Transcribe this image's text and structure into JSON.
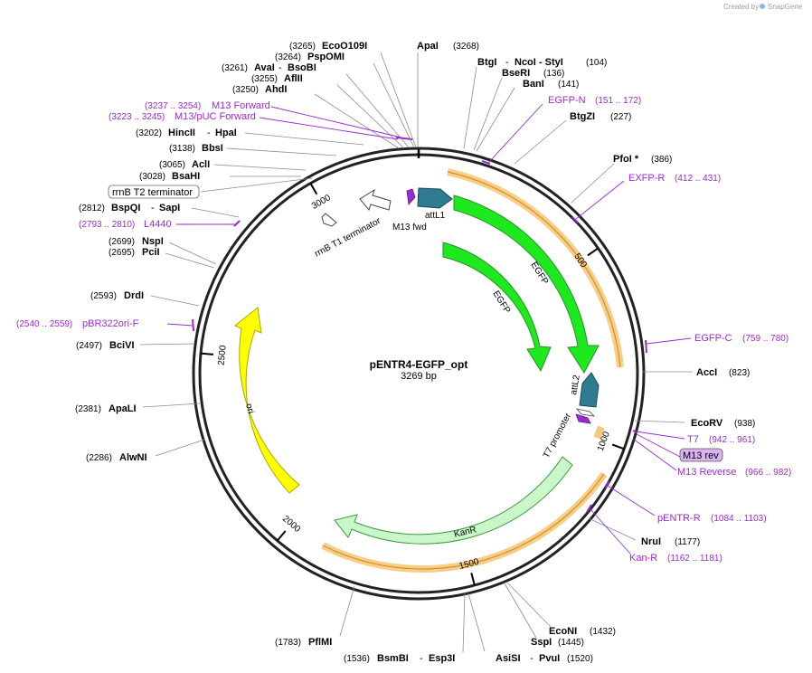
{
  "credit": {
    "prefix": "Created by",
    "brand": "SnapGene"
  },
  "plasmid": {
    "name": "pENTR4-EGFP_opt",
    "length_label": "3269 bp",
    "length": 3269
  },
  "ticks": [
    {
      "label": "500",
      "bp": 500
    },
    {
      "label": "1000",
      "bp": 1000
    },
    {
      "label": "1500",
      "bp": 1500
    },
    {
      "label": "2000",
      "bp": 2000
    },
    {
      "label": "2500",
      "bp": 2500
    },
    {
      "label": "3000",
      "bp": 3000
    }
  ],
  "sites": [
    {
      "label": "EcoO109I",
      "pos": "(3265)",
      "bp": 3265
    },
    {
      "label": "PspOMI",
      "pos": "(3264)",
      "bp": 3264
    },
    {
      "label": "AvaI",
      "extra": "BsoBI",
      "pos": "(3261)",
      "bp": 3261
    },
    {
      "label": "AflII",
      "pos": "(3255)",
      "bp": 3255
    },
    {
      "label": "AhdI",
      "pos": "(3250)",
      "bp": 3250
    },
    {
      "label": "HincII",
      "extra": "HpaI",
      "pos": "(3202)",
      "bp": 3202
    },
    {
      "label": "BbsI",
      "pos": "(3138)",
      "bp": 3138
    },
    {
      "label": "AclI",
      "pos": "(3065)",
      "bp": 3065
    },
    {
      "label": "BsaHI",
      "pos": "(3028)",
      "bp": 3028
    },
    {
      "label": "BspQI",
      "extra": "SapI",
      "pos": "(2812)",
      "bp": 2812
    },
    {
      "label": "NspI",
      "pos": "(2699)",
      "bp": 2699
    },
    {
      "label": "PciI",
      "pos": "(2695)",
      "bp": 2695
    },
    {
      "label": "DrdI",
      "pos": "(2593)",
      "bp": 2593
    },
    {
      "label": "BciVI",
      "pos": "(2497)",
      "bp": 2497
    },
    {
      "label": "ApaLI",
      "pos": "(2381)",
      "bp": 2381
    },
    {
      "label": "AlwNI",
      "pos": "(2286)",
      "bp": 2286
    },
    {
      "label": "PflMI",
      "pos": "(1783)",
      "bp": 1783
    },
    {
      "label": "BsmBI",
      "extra": "Esp3I",
      "pos": "(1536)",
      "bp": 1536
    },
    {
      "label": "AsiSI",
      "extra": "PvuI",
      "pos": "(1520)",
      "bp": 1520
    },
    {
      "label": "SspI",
      "pos": "(1445)",
      "bp": 1445
    },
    {
      "label": "EcoNI",
      "pos": "(1432)",
      "bp": 1432
    },
    {
      "label": "NruI",
      "pos": "(1177)",
      "bp": 1177
    },
    {
      "label": "EcoRV",
      "pos": "(938)",
      "bp": 938
    },
    {
      "label": "AccI",
      "pos": "(823)",
      "bp": 823
    },
    {
      "label": "PfoI *",
      "pos": "(386)",
      "bp": 386
    },
    {
      "label": "BtgZI",
      "pos": "(227)",
      "bp": 227
    },
    {
      "label": "BanI",
      "pos": "(141)",
      "bp": 141
    },
    {
      "label": "BseRI",
      "pos": "(136)",
      "bp": 136
    },
    {
      "label": "BtgI",
      "extra": "NcoI - StyI",
      "pos": "(104)",
      "bp": 104
    },
    {
      "label": "ApaI",
      "pos": "(3268)",
      "bp": 3268
    }
  ],
  "primers": [
    {
      "label": "M13 Forward",
      "pos": "(3237 .. 3254)"
    },
    {
      "label": "M13/pUC Forward",
      "pos": "(3223 .. 3245)"
    },
    {
      "label": "L4440",
      "pos": "(2793 .. 2810)"
    },
    {
      "label": "pBR322ori-F",
      "pos": "(2540 .. 2559)"
    },
    {
      "label": "EGFP-N",
      "pos": "(151 .. 172)"
    },
    {
      "label": "EXFP-R",
      "pos": "(412 .. 431)"
    },
    {
      "label": "EGFP-C",
      "pos": "(759 .. 780)"
    },
    {
      "label": "T7",
      "pos": "(942 .. 961)"
    },
    {
      "label": "M13 Reverse",
      "pos": "(966 .. 982)"
    },
    {
      "label": "pENTR-R",
      "pos": "(1084 .. 1103)"
    },
    {
      "label": "Kan-R",
      "pos": "(1162 .. 1181)"
    }
  ],
  "boxed": [
    {
      "label": "rrnB T2 terminator"
    },
    {
      "label": "M13 rev"
    }
  ],
  "features": [
    {
      "label": "EGFP",
      "kind": "cds-outer"
    },
    {
      "label": "EGFP",
      "kind": "cds-inner"
    },
    {
      "label": "attL1",
      "kind": "att"
    },
    {
      "label": "attL2",
      "kind": "att"
    },
    {
      "label": "M13 fwd",
      "kind": "primer-bind"
    },
    {
      "label": "rrnB T1 terminator",
      "kind": "terminator"
    },
    {
      "label": "T7 promoter",
      "kind": "promoter"
    },
    {
      "label": "KanR",
      "kind": "resistance"
    },
    {
      "label": "ori",
      "kind": "origin"
    }
  ],
  "colors": {
    "egfp": "#1ee81e",
    "att": "#2e7b92",
    "kanr": "#c9f7c9",
    "ori": "#ffff00",
    "orf": "#f5a623",
    "primer": "#9a2bd2",
    "ring": "#222222"
  }
}
